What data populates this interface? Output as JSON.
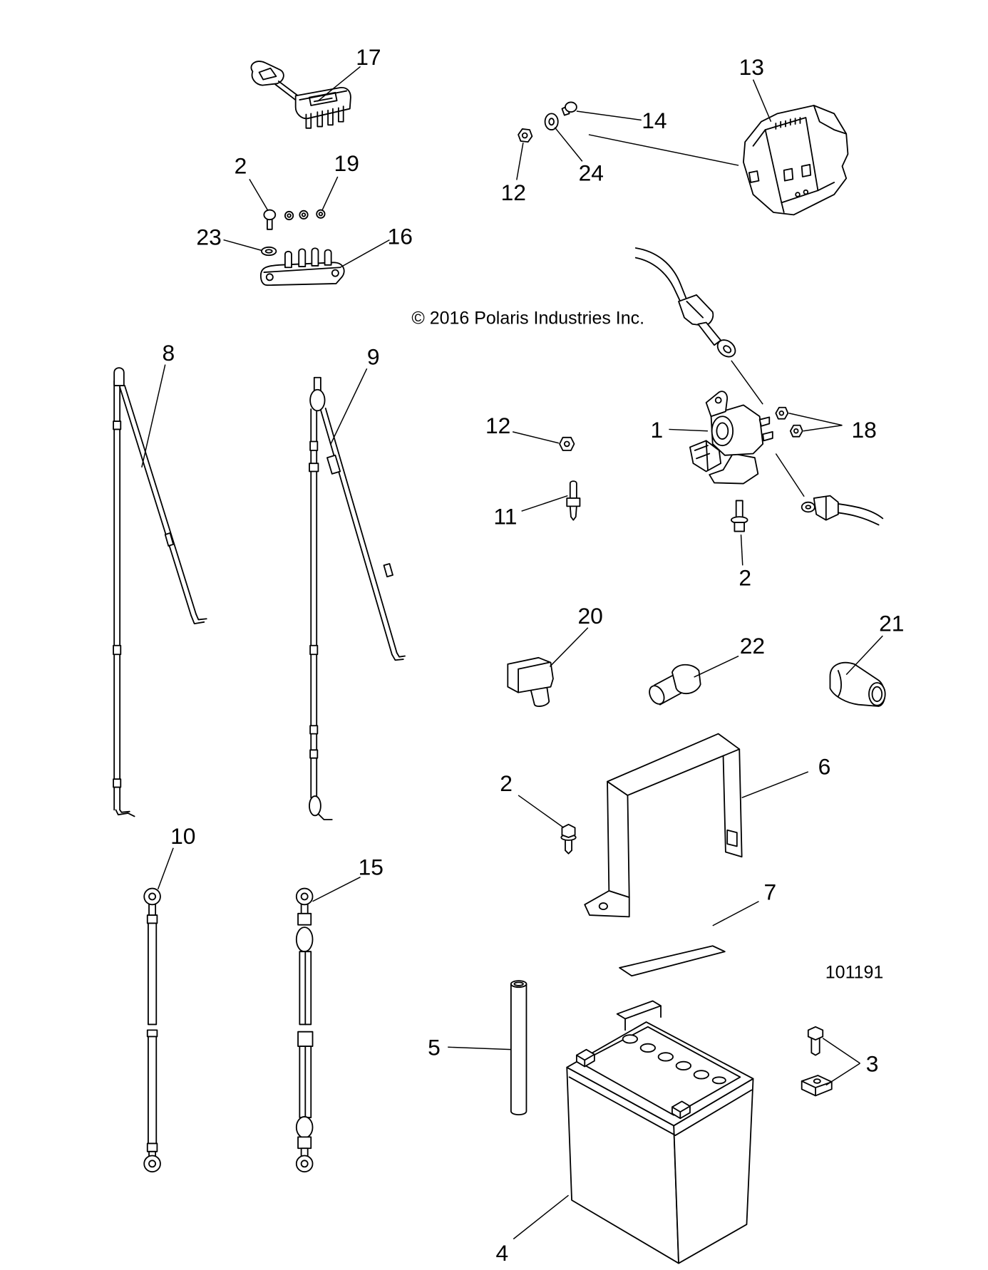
{
  "copyright": "© 2016 Polaris Industries Inc.",
  "figure_number": "101191",
  "callouts": [
    "17",
    "13",
    "14",
    "24",
    "12",
    "2",
    "19",
    "23",
    "16",
    "8",
    "9",
    "12",
    "1",
    "18",
    "11",
    "2",
    "20",
    "22",
    "21",
    "6",
    "2",
    "10",
    "15",
    "7",
    "5",
    "3",
    "4"
  ]
}
